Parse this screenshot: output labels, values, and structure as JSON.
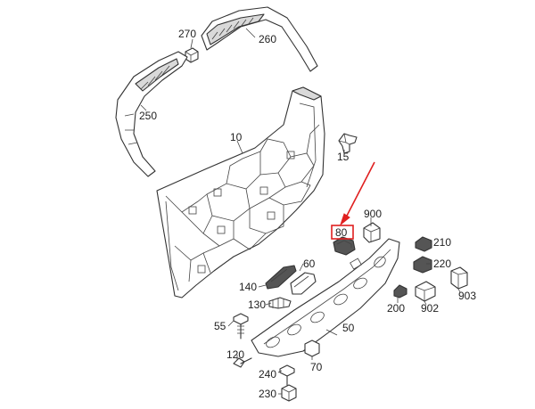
{
  "colors": {
    "part_fill": "#ffffff",
    "part_shade": "#d9d9d9",
    "dark": "#555555",
    "line": "#333333",
    "highlight": "#e02020"
  },
  "callouts": {
    "p10": "10",
    "p15": "15",
    "p50": "50",
    "p55": "55",
    "p60": "60",
    "p70": "70",
    "p80": "80",
    "p120": "120",
    "p130": "130",
    "p140": "140",
    "p200": "200",
    "p210": "210",
    "p220": "220",
    "p230": "230",
    "p240": "240",
    "p250": "250",
    "p260": "260",
    "p270": "270",
    "p900": "900",
    "p902": "902",
    "p903": "903"
  },
  "highlighted_part": "80"
}
